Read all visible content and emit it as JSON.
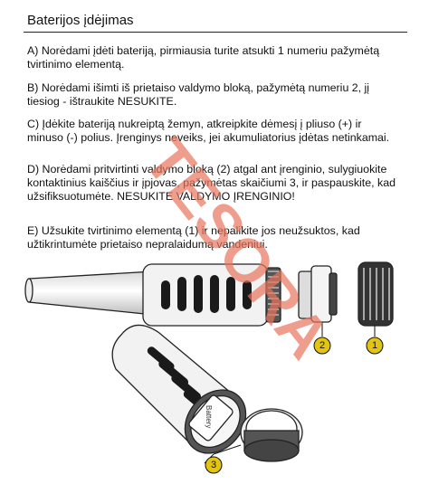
{
  "document": {
    "title": "Baterijos įdėjimas",
    "paragraphs": {
      "a": "A) Norėdami įdėti bateriją, pirmiausia turite atsukti 1 numeriu pažymėtą tvirtinimo elementą.",
      "b": "B) Norėdami išimti iš prietaiso valdymo bloką, pažymėtą numeriu 2, jį tiesiog - ištraukite NESUKITE.",
      "c": "C) Įdėkite bateriją nukreiptą žemyn, atkreipkite dėmesį į pliuso (+) ir minuso (-) polius. Įrenginys neveiks, jei akumuliatorius įdėtas netinkamai.",
      "d": "D) Norėdami pritvirtinti valdymo bloką (2) atgal ant įrenginio, sulygiuokite kontaktinius kaiščius ir įpjovas, pažymėtas skaičiumi 3, ir paspauskite, kad užsifiksuotumėte. NESUKITE VALDYMO ĮRENGINIO!",
      "e": "E) Užsukite tvirtinimo elementą (1) ir nepalikite jos neužsuktos, kad užtikrintumėte prietaiso nepralaidumą vandeniui."
    }
  },
  "watermark": {
    "text": "TESORA",
    "color": "#e8735c"
  },
  "figure": {
    "callouts": [
      "1",
      "2",
      "3"
    ],
    "battery_label": "Battery",
    "callout_color": "#e3c410"
  }
}
